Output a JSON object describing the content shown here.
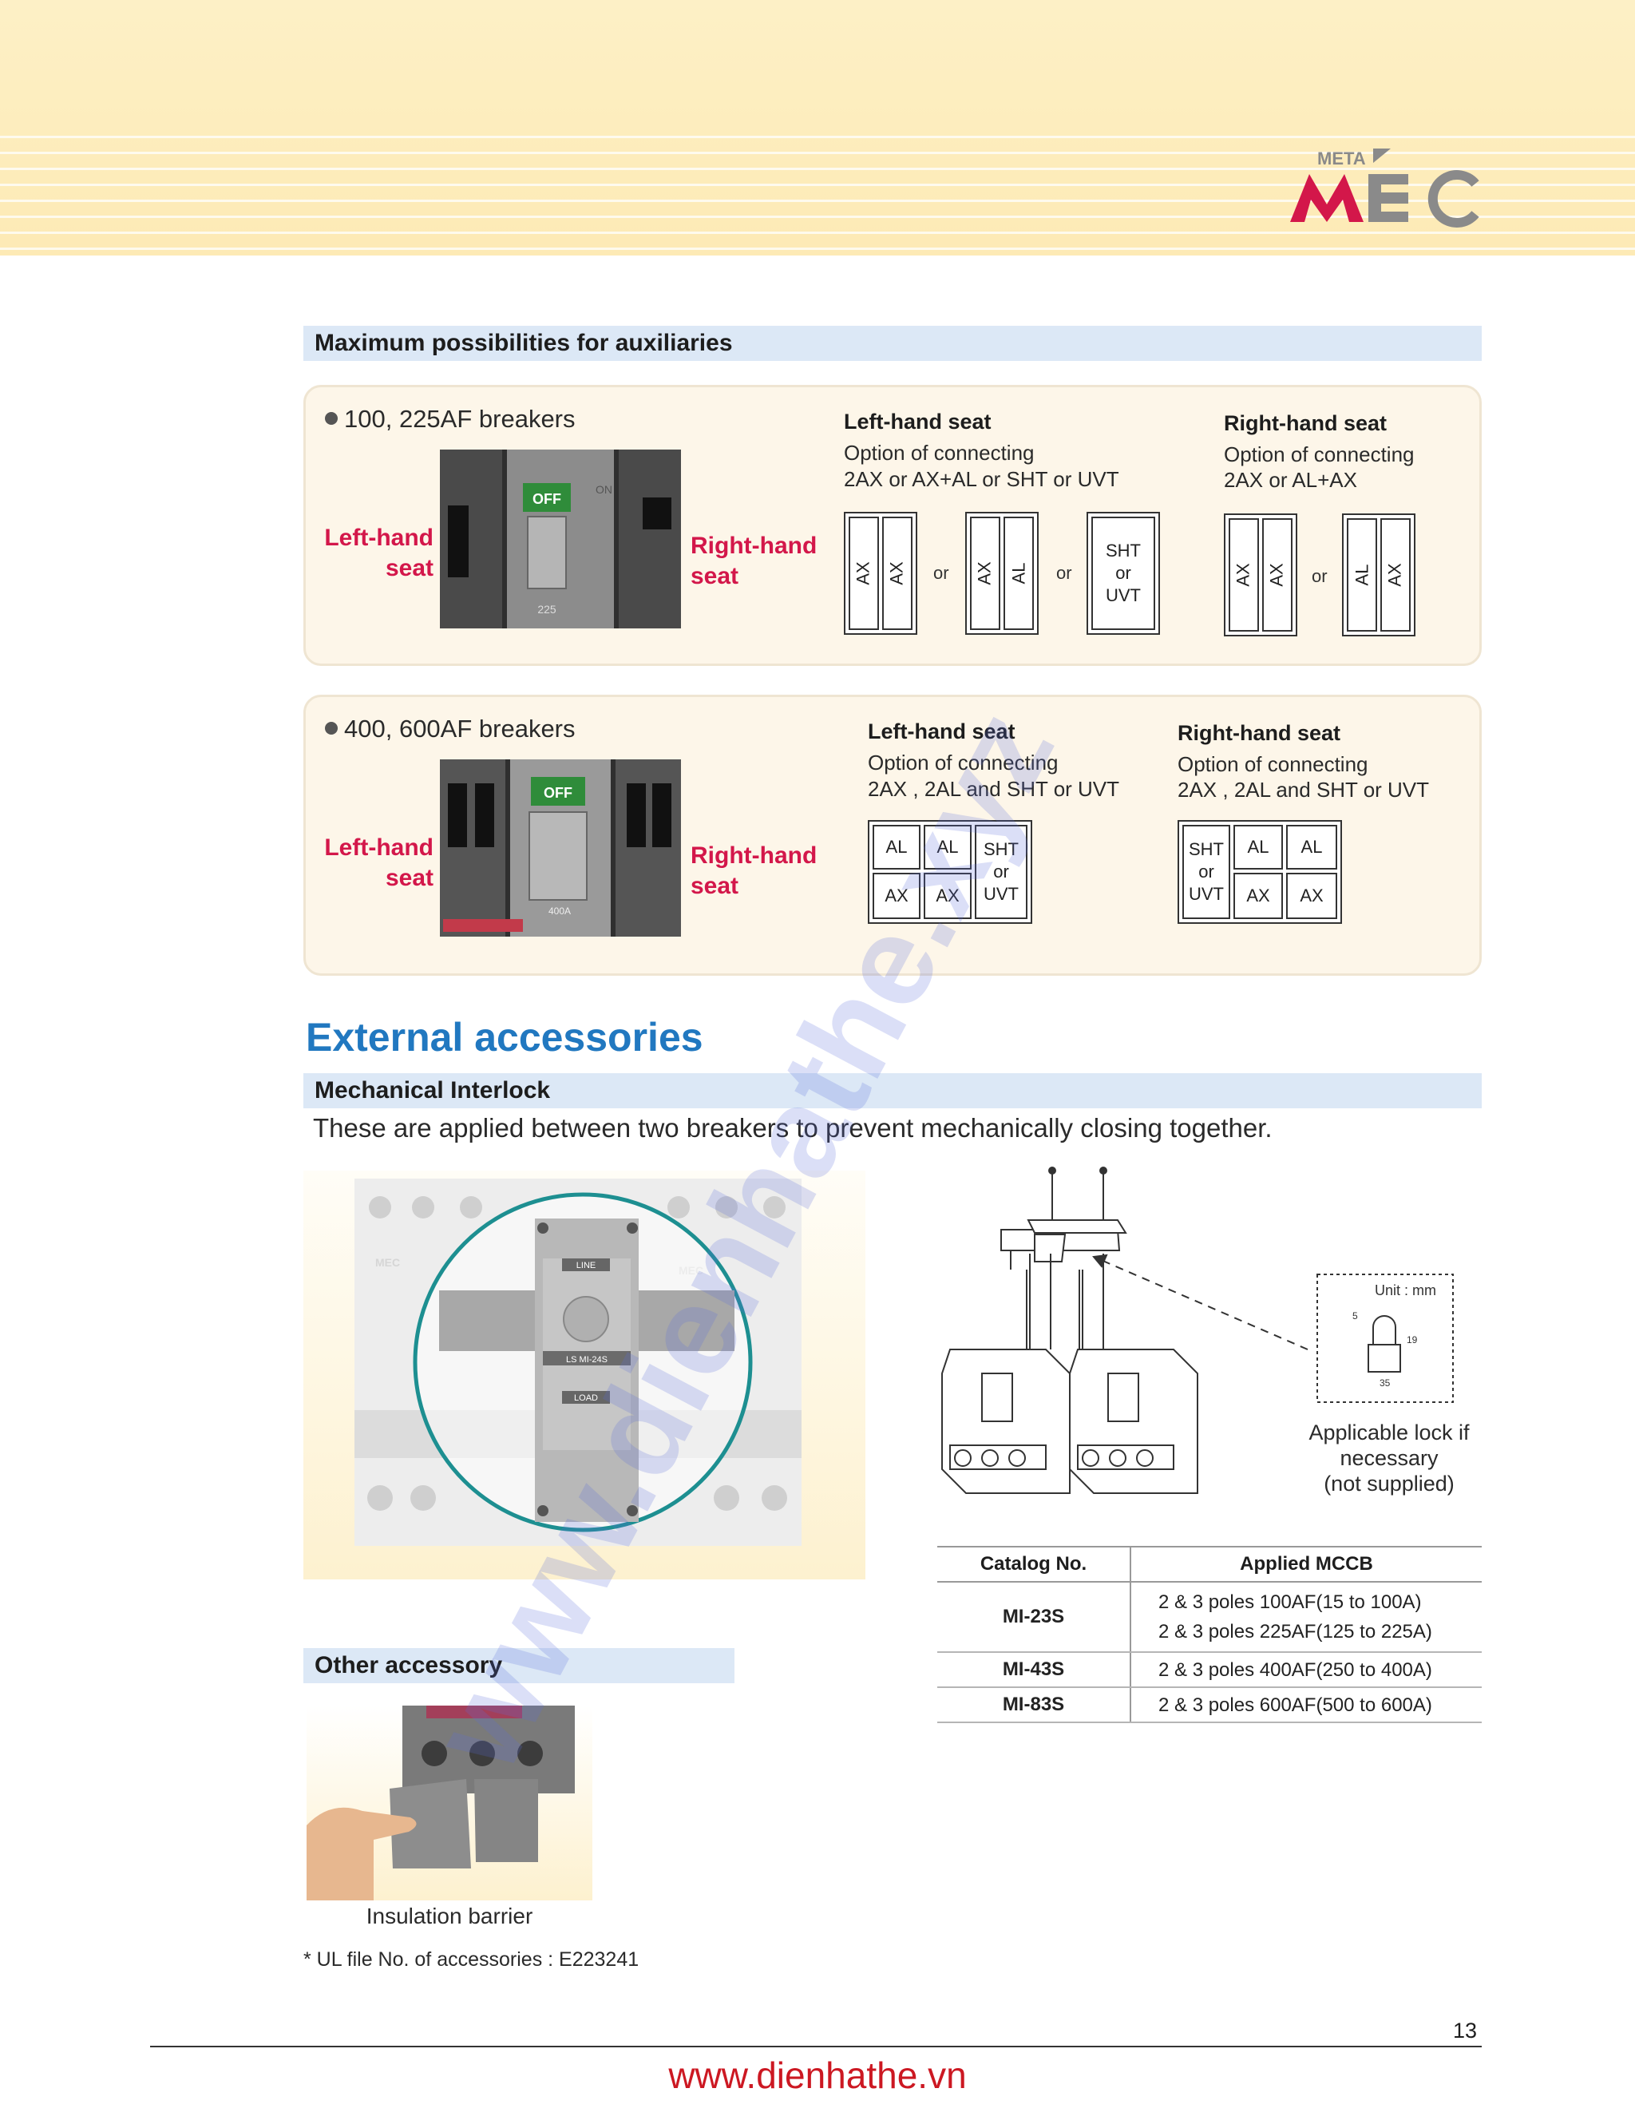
{
  "brand": {
    "meta_text": "META",
    "logo_text": "MEC",
    "accent": "#d3174a",
    "gray": "#8a8a8a"
  },
  "aux_section": {
    "title": "Maximum possibilities for auxiliaries",
    "panel1": {
      "heading": "100, 225AF breakers",
      "left_label": "Left-hand seat",
      "right_label": "Right-hand seat",
      "photo_off": "OFF",
      "photo_on": "ON",
      "photo_rating": "225",
      "left_seat": {
        "title": "Left-hand seat",
        "desc_line1": "Option of connecting",
        "desc_line2": "2AX or AX+AL or SHT or UVT",
        "opt1": [
          "AX",
          "AX"
        ],
        "opt2": [
          "AX",
          "AL"
        ],
        "opt3": [
          "SHT",
          "or",
          "UVT"
        ],
        "or": "or"
      },
      "right_seat": {
        "title": "Right-hand seat",
        "desc_line1": "Option of connecting",
        "desc_line2": "2AX or AL+AX",
        "opt1": [
          "AX",
          "AX"
        ],
        "opt2": [
          "AL",
          "AX"
        ],
        "or": "or"
      }
    },
    "panel2": {
      "heading": "400, 600AF breakers",
      "left_label": "Left-hand seat",
      "right_label": "Right-hand seat",
      "photo_off": "OFF",
      "photo_rating": "400A",
      "left_seat": {
        "title": "Left-hand seat",
        "desc_line1": "Option of connecting",
        "desc_line2": "2AX , 2AL and SHT or UVT",
        "top": [
          "AL",
          "AL"
        ],
        "bottom": [
          "AX",
          "AX"
        ],
        "tall": [
          "SHT",
          "or",
          "UVT"
        ]
      },
      "right_seat": {
        "title": "Right-hand seat",
        "desc_line1": "Option of connecting",
        "desc_line2": "2AX , 2AL and SHT or UVT",
        "top": [
          "AL",
          "AL"
        ],
        "bottom": [
          "AX",
          "AX"
        ],
        "tall": [
          "SHT",
          "or",
          "UVT"
        ]
      }
    }
  },
  "external": {
    "title": "External accessories",
    "interlock_title": "Mechanical Interlock",
    "interlock_desc": "These are applied between two breakers to prevent mechanically closing together.",
    "photo_texts": {
      "line": "LINE",
      "load": "LOAD",
      "model": "LS MI-24S",
      "brand": "MEC"
    },
    "lock": {
      "unit": "Unit : mm",
      "dims": [
        "5",
        "19",
        "35"
      ],
      "caption_line1": "Applicable lock if",
      "caption_line2": "necessary",
      "caption_line3": "(not supplied)"
    },
    "table": {
      "headers": [
        "Catalog No.",
        "Applied MCCB"
      ],
      "rows": [
        {
          "catalog": "MI-23S",
          "mccb": [
            "2 & 3 poles 100AF(15 to 100A)",
            "2 & 3 poles 225AF(125 to 225A)"
          ]
        },
        {
          "catalog": "MI-43S",
          "mccb": [
            "2 & 3 poles 400AF(250 to 400A)"
          ]
        },
        {
          "catalog": "MI-83S",
          "mccb": [
            "2 & 3 poles 600AF(500 to 600A)"
          ]
        }
      ]
    }
  },
  "other": {
    "title": "Other accessory",
    "caption": "Insulation barrier",
    "note": "* UL file No. of accessories : E223241"
  },
  "page_number": "13",
  "footer_url": "www.dienhathe.vn",
  "watermark": "www.dienhathe.xyz"
}
